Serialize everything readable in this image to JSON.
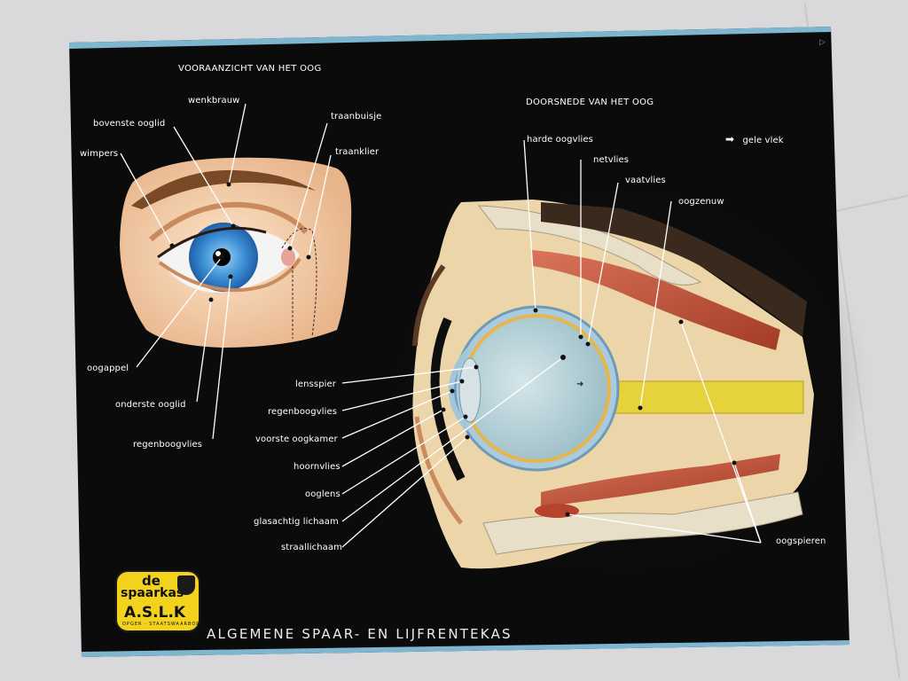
{
  "front_view": {
    "title": "VOORAANZICHT VAN HET OOG",
    "labels": {
      "wenkbrauw": "wenkbrauw",
      "bovenste_ooglid": "bovenste ooglid",
      "traanbuisje": "traanbuisje",
      "wimpers": "wimpers",
      "traanklier": "traanklier",
      "oogappel": "oogappel",
      "onderste_ooglid": "onderste ooglid",
      "regenboogvlies": "regenboogvlies"
    }
  },
  "cross_section": {
    "title": "DOORSNEDE VAN HET OOG",
    "labels": {
      "harde_oogvlies": "harde oogvlies",
      "netvlies": "netvlies",
      "vaatvlies": "vaatvlies",
      "oogzenuw": "oogzenuw",
      "gele_vlek": "gele vlek",
      "lensspier": "lensspier",
      "regenboogvlies": "regenboogvlies",
      "voorste_oogkamer": "voorste oogkamer",
      "hoornvlies": "hoornvlies",
      "ooglens": "ooglens",
      "glasachtig_lichaam": "glasachtig lichaam",
      "straallichaam": "straallichaam",
      "oogspieren": "oogspieren"
    }
  },
  "logo": {
    "line1": "de",
    "line2": "spaarkas",
    "line3": "A.S.L.K",
    "line4": "OPGER · STAATSWAARBORG"
  },
  "footer": "ALGEMENE SPAAR- EN LIJFRENTEKAS",
  "colors": {
    "board": "#0b0b0c",
    "iris": "#3d8fd6",
    "skin": "#f1cda7",
    "muscle": "#b8432c",
    "nerve": "#e6d23a",
    "logo": "#f2d21c"
  }
}
